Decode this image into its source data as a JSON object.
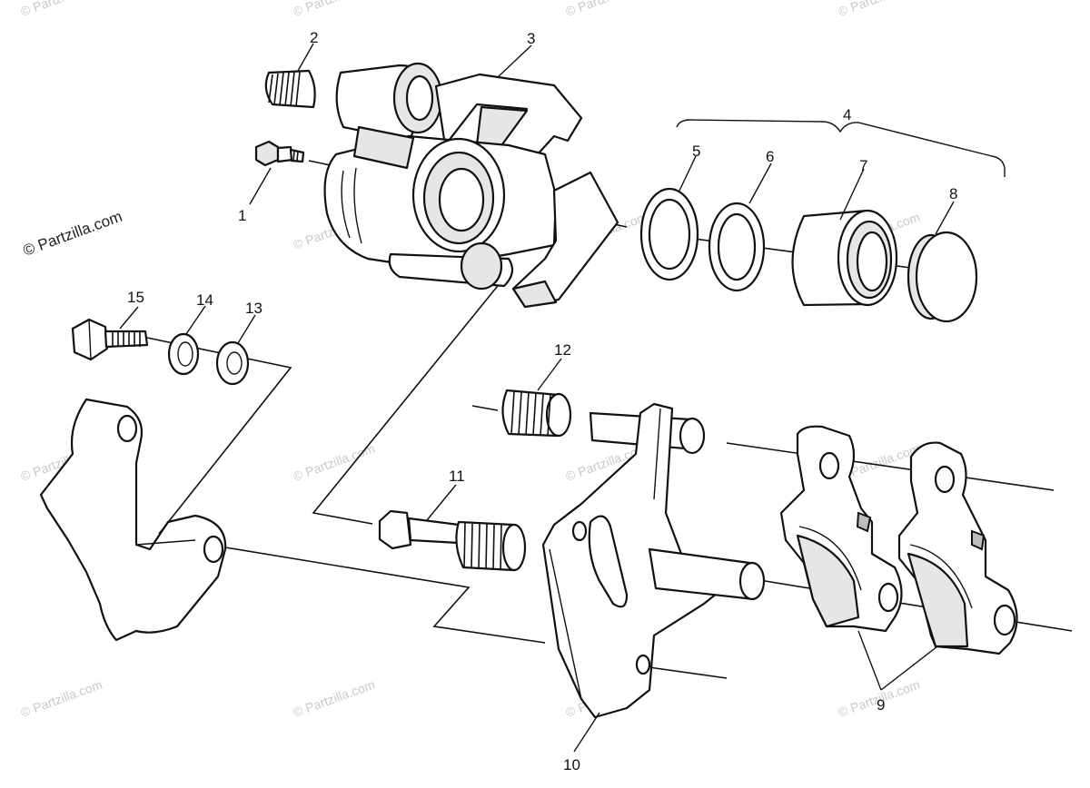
{
  "watermark": {
    "main_text": "© Partzilla.com",
    "repeat_text": "© Partzilla.com"
  },
  "callouts": [
    "1",
    "2",
    "3",
    "4",
    "5",
    "6",
    "7",
    "8",
    "9",
    "10",
    "11",
    "12",
    "13",
    "14",
    "15"
  ],
  "colors": {
    "line": "#111111",
    "watermark": "#c9c9c9",
    "background": "#ffffff"
  }
}
